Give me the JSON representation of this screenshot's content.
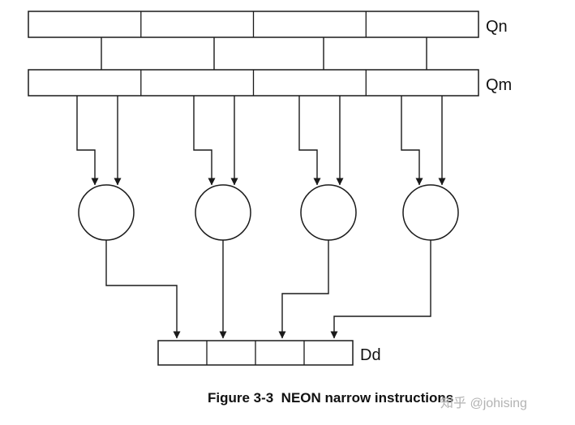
{
  "diagram": {
    "registers": {
      "qn": {
        "label": "Qn",
        "cell_count": 4
      },
      "qm": {
        "label": "Qm",
        "cell_count": 4
      },
      "dd": {
        "label": "Dd",
        "cell_count": 4
      }
    },
    "operation_nodes": {
      "count": 4,
      "shape": "circle"
    },
    "caption": "Figure 3-3  NEON narrow instructions",
    "watermark": "知乎 @johising",
    "colors": {
      "line": "#1a1a1a",
      "fill": "#ffffff",
      "watermark": "#b3b3b3"
    }
  }
}
